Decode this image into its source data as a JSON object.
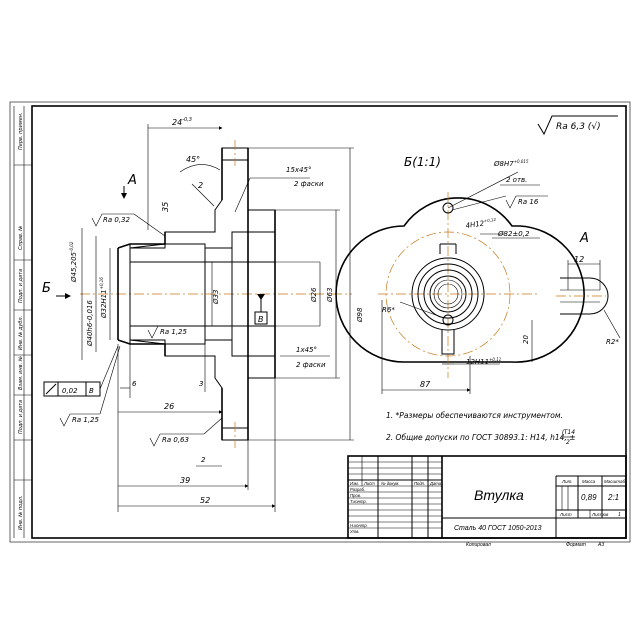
{
  "surface_finish": {
    "ra_general": "Ra 6,3 (",
    "ra_check": "√",
    "ra_close": ")"
  },
  "view_b": {
    "title": "Б(1:1)"
  },
  "labels": {
    "section_a": "А",
    "section_b": "Б",
    "view_a": "А",
    "datum_b": "В",
    "hole_bore": "Ø33"
  },
  "dimensions": {
    "len_24": "24",
    "len_24_tol": "-0,3",
    "angle_45": "45°",
    "d_2": "2",
    "d_35": "35",
    "chamfer_top": "15х45°",
    "chamfer_top_note": "2 фаски",
    "chamfer_bot": "1х45°",
    "chamfer_bot_note": "2 фаски",
    "ra_032": "Ra 0,32",
    "ra_125_inner": "Ra 1,25",
    "ra_125_outer": "Ra 1,25",
    "ra_063": "Ra 0,63",
    "ra_16": "Ra 16",
    "dia_45": "Ø45,205",
    "dia_45_tol": "-0,02",
    "dia_40": "Ø40h6-0,016",
    "dia_32": "Ø32H11",
    "dia_32_tol": "+0,16",
    "dia_26": "Ø26",
    "dia_63": "Ø63",
    "dia_98": "Ø98",
    "runout": "0,02",
    "runout_datum": "В",
    "len_6": "6",
    "len_3": "3",
    "len_26": "26",
    "len_2": "2",
    "len_39": "39",
    "len_52": "52",
    "hole_8h7": "Ø8H7",
    "hole_8h7_tol": "+0,015",
    "holes_count": "2 отв.",
    "thread_4h12": "4H12",
    "thread_4h12_tol": "+0,12",
    "bolt_circle": "Ø82±0,2",
    "r6": "R6*",
    "width_12h11": "12H11",
    "width_12h11_tol": "+0,11",
    "len_20": "20",
    "len_87": "87",
    "len_12": "12",
    "r2": "R2*"
  },
  "notes": [
    "1. *Размеры обеспечиваются инструментом.",
    "2. Общие допуски по ГОСТ 30893.1: H14, h14, ±",
    "IT14",
    "2"
  ],
  "title_block": {
    "name": "Втулка",
    "material": "Сталь 40 ГОСТ 1050-2013",
    "lit_label": "Лит.",
    "mass_label": "Масса",
    "scale_label": "Масштаб",
    "mass": "0,89",
    "scale": "2:1",
    "sheet_label": "Лист",
    "sheets_label": "Листов",
    "sheets": "1",
    "row_izm": "Изм.",
    "row_list": "Лист",
    "row_ndok": "№ докум.",
    "row_podp": "Подп.",
    "row_data": "Дата",
    "row_razrab": "Разраб.",
    "row_prov": "Пров.",
    "row_tkontr": "Т.контр.",
    "row_nkontr": "Н.контр.",
    "row_utv": "Утв.",
    "copied": "Копировал",
    "format": "Формат",
    "format_value": "А3"
  },
  "side_strip": [
    "Перв. примен.",
    "Справ. №",
    "Подп. и дата",
    "Инв. № дубл.",
    "Взам. инв. №",
    "Подп. и дата",
    "Инв. № подл."
  ]
}
